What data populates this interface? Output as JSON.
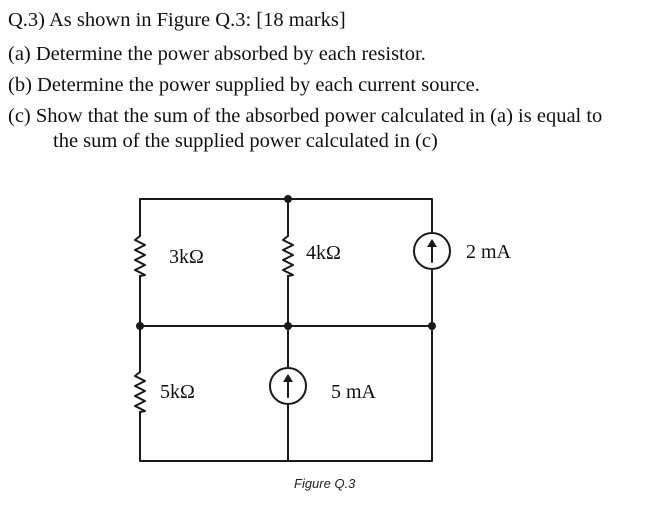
{
  "question": {
    "header": "Q.3)  As shown in Figure Q.3: [18 marks]",
    "part_a": "(a) Determine the power absorbed by each resistor.",
    "part_b": "(b) Determine the power supplied by each current source.",
    "part_c_line1": "(c) Show that the sum of the absorbed power calculated in (a) is equal to",
    "part_c_line2": "the sum of the supplied power calculated in (c)"
  },
  "figure": {
    "r1_label": "3kΩ",
    "r2_label": "4kΩ",
    "r3_label": "5kΩ",
    "i1_label": "2 mA",
    "i2_label": "5 mA",
    "caption": "Figure Q.3",
    "wire_color": "#1a1a1a"
  }
}
